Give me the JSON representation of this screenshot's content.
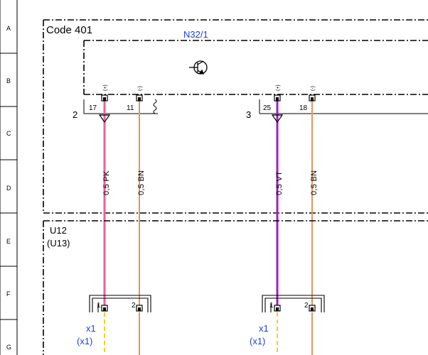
{
  "rows": [
    "A",
    "B",
    "C",
    "D",
    "E",
    "F",
    "G"
  ],
  "group": {
    "label": "Code 401"
  },
  "component": {
    "label": "N32/1",
    "symbol": "transistor-icon"
  },
  "connectors": [
    {
      "number": "2"
    },
    {
      "number": "3"
    }
  ],
  "pins": [
    {
      "number": "17",
      "polarity": "(+)"
    },
    {
      "number": "11",
      "polarity": "(-)"
    },
    {
      "number": "25",
      "polarity": "(+)"
    },
    {
      "number": "18",
      "polarity": "(-)"
    }
  ],
  "wires": [
    {
      "label": "0,5 PK",
      "color": "#f0609a"
    },
    {
      "label": "0,5 BN",
      "color": "#d99a5f"
    },
    {
      "label": "0,5 VT",
      "color": "#a020c0"
    },
    {
      "label": "0,5 BN",
      "color": "#d99a5f"
    }
  ],
  "lower_unit": {
    "label": "U12",
    "alt_label": "(U13)"
  },
  "plugs": [
    {
      "pin_left": "1",
      "pin_right": "2",
      "name": "x1",
      "alt_name": "(x1)"
    },
    {
      "pin_left": "1",
      "pin_right": "2",
      "name": "x1",
      "alt_name": "(x1)"
    }
  ],
  "colors": {
    "dashed_yellow": "#f2d21a",
    "label_blue": "#1f3fd8"
  }
}
